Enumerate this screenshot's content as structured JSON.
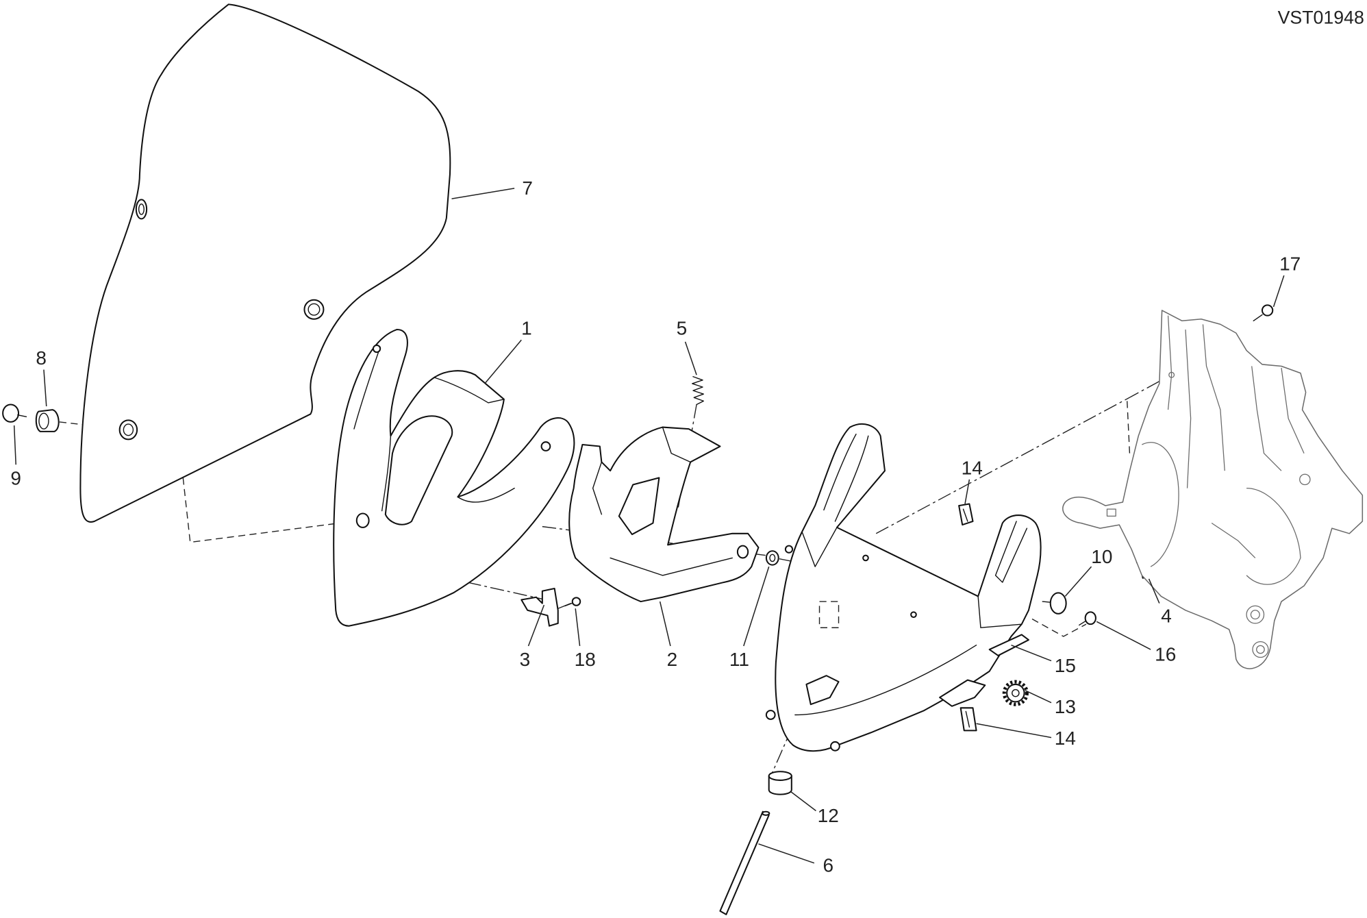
{
  "diagram_code": "VST01948",
  "callouts": [
    "7",
    "1",
    "5",
    "8",
    "9",
    "3",
    "18",
    "2",
    "11",
    "14",
    "10",
    "4",
    "16",
    "15",
    "13",
    "14",
    "12",
    "6",
    "17"
  ]
}
